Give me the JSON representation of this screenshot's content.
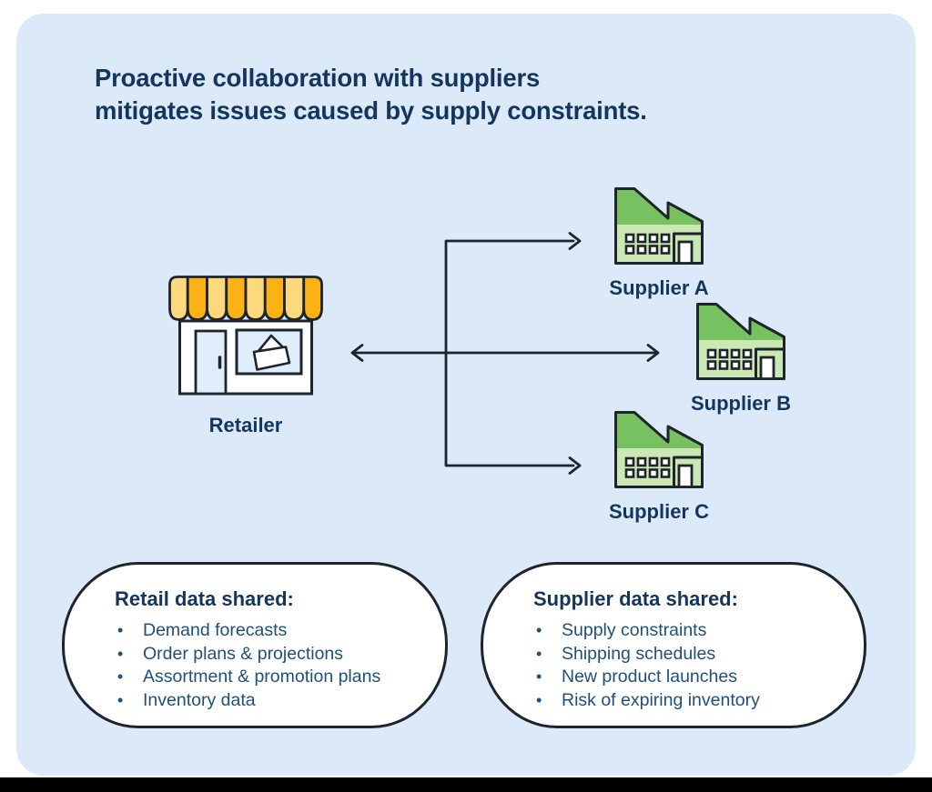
{
  "title": {
    "lines": [
      "Proactive collaboration with suppliers",
      "mitigates issues caused by supply constraints."
    ]
  },
  "retailer": {
    "label": "Retailer"
  },
  "suppliers": [
    {
      "label": "Supplier A"
    },
    {
      "label": "Supplier B"
    },
    {
      "label": "Supplier C"
    }
  ],
  "retail_box": {
    "title": "Retail data shared:",
    "items": [
      "Demand forecasts",
      "Order plans & projections",
      "Assortment & promotion plans",
      "Inventory data"
    ]
  },
  "supplier_box": {
    "title": "Supplier data shared:",
    "items": [
      "Supply constraints",
      "Shipping schedules",
      "New product launches",
      "Risk of expiring inventory"
    ]
  },
  "icons": {
    "retailer": "storefront-icon",
    "supplier": "factory-icon",
    "connector": "double-headed-arrow-icon"
  },
  "colors": {
    "page_bg": "#ffffff",
    "panel_bg": "#dbe9f8",
    "navy": "#14365c",
    "text_blue": "#1f4f7b",
    "line": "#1e242c",
    "green_dark": "#77c161",
    "green_light": "#cbe7b4",
    "gold": "#fbb216",
    "gold_light": "#fcd97d",
    "door_blue": "#e0edfb",
    "box_bg": "#ffffff",
    "bottom_bar": "#000000"
  }
}
